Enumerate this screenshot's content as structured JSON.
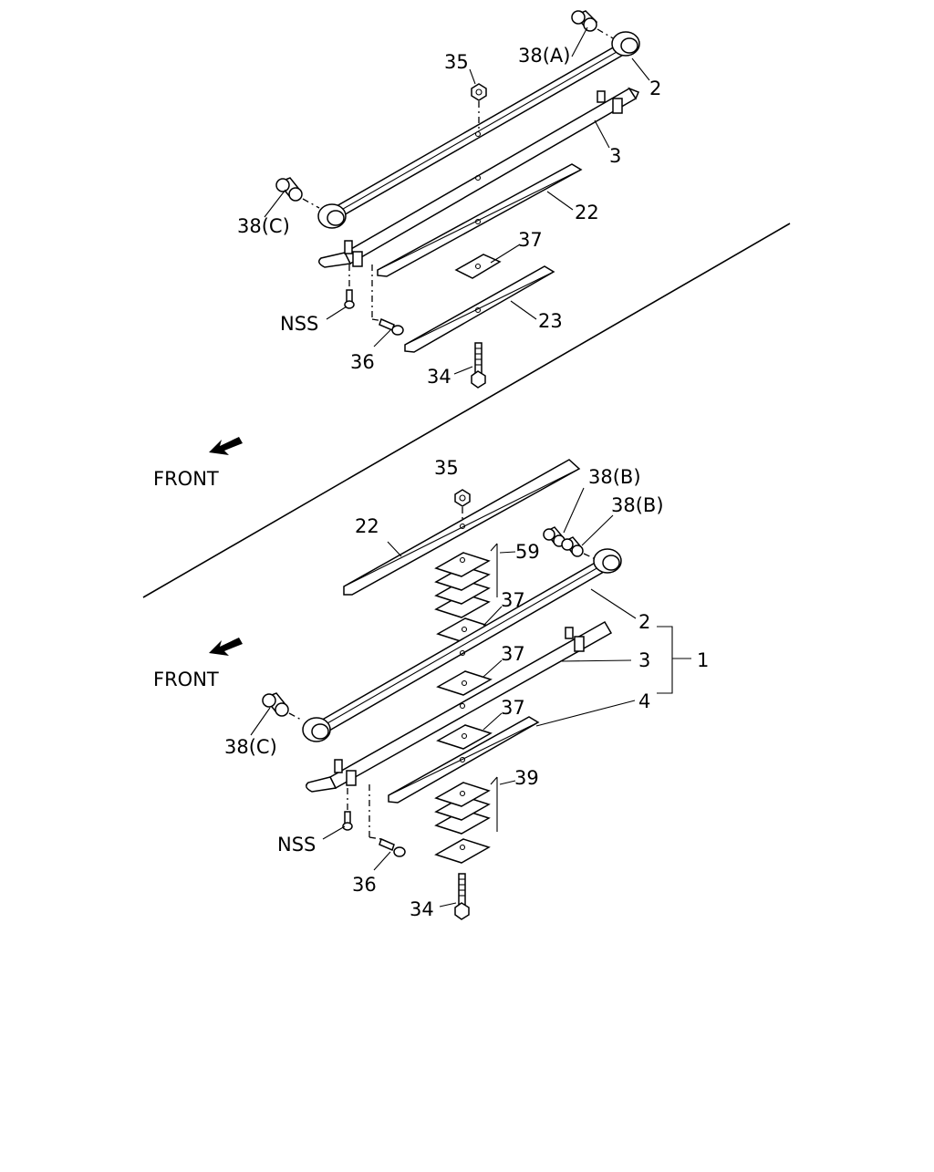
{
  "callouts": {
    "top": {
      "c35": "35",
      "c38a": "38(A)",
      "c2": "2",
      "c3": "3",
      "c22": "22",
      "c38c": "38(C)",
      "c37": "37",
      "nss": "NSS",
      "c23": "23",
      "c36": "36",
      "c34": "34"
    },
    "bottom": {
      "c35": "35",
      "c38b1": "38(B)",
      "c38b2": "38(B)",
      "c22": "22",
      "c59": "59",
      "c37a": "37",
      "c2": "2",
      "c37b": "37",
      "c3": "3",
      "c1": "1",
      "c4": "4",
      "c37c": "37",
      "c38c": "38(C)",
      "c39": "39",
      "nss": "NSS",
      "c36": "36",
      "c34": "34"
    }
  },
  "front_labels": {
    "upper": "FRONT",
    "lower": "FRONT"
  },
  "icons": {
    "front_arrow": "arrow-down-left-icon"
  }
}
